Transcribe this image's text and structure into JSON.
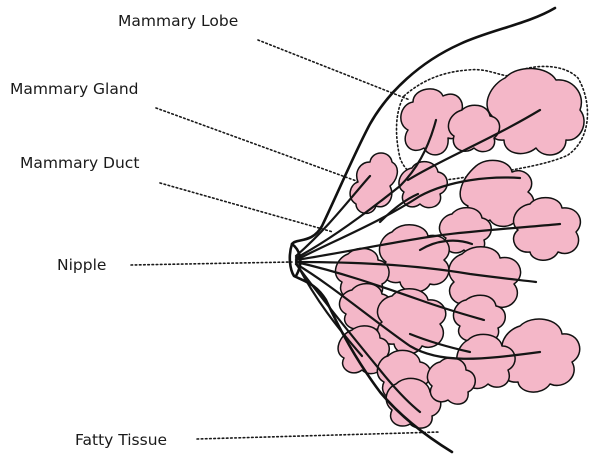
{
  "labels": {
    "mammary_lobe": "Mammary Lobe",
    "mammary_gland": "Mammary Gland",
    "mammary_duct": "Mammary Duct",
    "nipple": "Nipple",
    "fatty_tissue": "Fatty Tissue"
  },
  "colors": {
    "lobule_fill": "#f4b7c8",
    "outline": "#111111"
  }
}
